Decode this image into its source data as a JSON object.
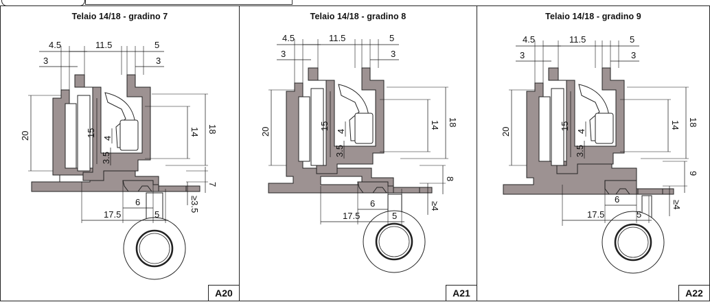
{
  "panels": [
    {
      "title": "Telaio 14/18 - gradino 7",
      "code": "A20",
      "dims": {
        "d45": "4.5",
        "d115": "11.5",
        "d5top": "5",
        "d3a": "3",
        "d3b": "3",
        "d20": "20",
        "d15": "15",
        "d14": "14",
        "d18": "18",
        "d4": "4",
        "d35": "3.5",
        "dstep": "7",
        "dgap": "≥3.5",
        "d6": "6",
        "d175": "17.5",
        "d5bot": "5"
      }
    },
    {
      "title": "Telaio 14/18 - gradino 8",
      "code": "A21",
      "dims": {
        "d45": "4.5",
        "d115": "11.5",
        "d5top": "5",
        "d3a": "3",
        "d3b": "3",
        "d20": "20",
        "d15": "15",
        "d14": "14",
        "d18": "18",
        "d4": "4",
        "d35": "3.5",
        "dstep": "8",
        "dgap": "≥4",
        "d6": "6",
        "d175": "17.5",
        "d5bot": "5"
      }
    },
    {
      "title": "Telaio 14/18 - gradino 9",
      "code": "A22",
      "dims": {
        "d45": "4.5",
        "d115": "11.5",
        "d5top": "5",
        "d3a": "3",
        "d3b": "3",
        "d20": "20",
        "d15": "15",
        "d14": "14",
        "d18": "18",
        "d4": "4",
        "d35": "3.5",
        "dstep": "9",
        "dgap": "≥4",
        "d6": "6",
        "d175": "17.5",
        "d5bot": "5"
      }
    }
  ],
  "colors": {
    "profile": "#9d9292",
    "line": "#222222"
  }
}
